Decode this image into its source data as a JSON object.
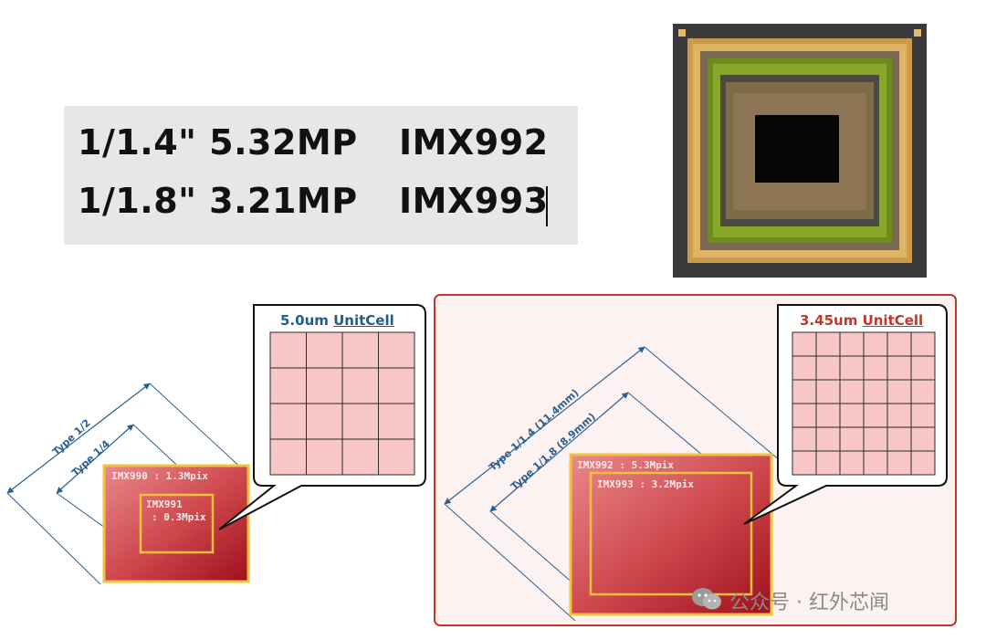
{
  "specs": [
    {
      "format": "1/1.4\" 5.32MP",
      "model": "IMX992"
    },
    {
      "format": "1/1.8\" 3.21MP",
      "model": "IMX993"
    }
  ],
  "left_diagram": {
    "callout_size": "5.0um",
    "callout_unit": "UnitCell",
    "type_outer": "Type 1/2",
    "type_inner": "Type 1/4",
    "outer_sensor": "IMX990 : 1.3Mpix",
    "inner_sensor_line1": "IMX991",
    "inner_sensor_line2": ": 0.3Mpix",
    "grid": {
      "cols": 4,
      "rows": 4
    }
  },
  "right_diagram": {
    "callout_size": "3.45um",
    "callout_unit": "UnitCell",
    "type_outer": "Type 1/1.4 (11.4mm)",
    "type_inner": "Type 1/1.8 (8.9mm)",
    "outer_sensor": "IMX992 : 5.3Mpix",
    "inner_sensor": "IMX993 : 3.2Mpix",
    "grid": {
      "cols": 6,
      "rows": 6
    }
  },
  "watermark": "公众号 · 红外芯闻",
  "colors": {
    "sensor_red": "#c8353c",
    "sensor_border": "#f2c23c",
    "cell_pink": "#f7c6c6",
    "label_blue": "#2a5f92",
    "title_red": "#c0392b"
  }
}
